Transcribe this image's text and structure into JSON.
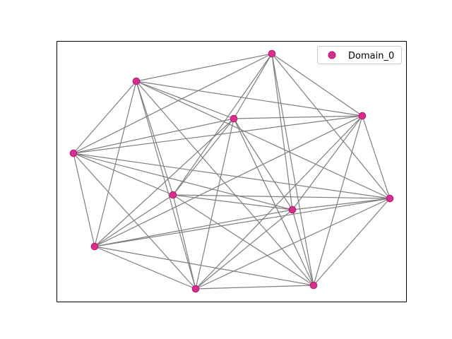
{
  "legend": {
    "label": "Domain_0",
    "marker_color": "#d62f8f",
    "marker_edge": "#b8176f"
  },
  "graph": {
    "edge_color": "#7f7f7f",
    "node_color": "#d62f8f",
    "node_edge_color": "#b8176f",
    "nodes": [
      {
        "id": "n0",
        "label": ""
      },
      {
        "id": "n1",
        "label": ""
      },
      {
        "id": "n2",
        "label": ""
      },
      {
        "id": "n3",
        "label": ""
      },
      {
        "id": "n4",
        "label": ""
      },
      {
        "id": "n5",
        "label": ""
      },
      {
        "id": "n6",
        "label": ""
      },
      {
        "id": "n7",
        "label": ""
      },
      {
        "id": "n8",
        "label": ""
      },
      {
        "id": "n9",
        "label": ""
      },
      {
        "id": "n10",
        "label": ""
      }
    ],
    "edges": [
      [
        "n0",
        "n1"
      ],
      [
        "n0",
        "n2"
      ],
      [
        "n0",
        "n3"
      ],
      [
        "n0",
        "n4"
      ],
      [
        "n0",
        "n5"
      ],
      [
        "n0",
        "n6"
      ],
      [
        "n0",
        "n7"
      ],
      [
        "n0",
        "n9"
      ],
      [
        "n1",
        "n2"
      ],
      [
        "n1",
        "n3"
      ],
      [
        "n1",
        "n4"
      ],
      [
        "n1",
        "n5"
      ],
      [
        "n1",
        "n6"
      ],
      [
        "n1",
        "n8"
      ],
      [
        "n1",
        "n9"
      ],
      [
        "n1",
        "n10"
      ],
      [
        "n2",
        "n3"
      ],
      [
        "n2",
        "n4"
      ],
      [
        "n2",
        "n6"
      ],
      [
        "n2",
        "n7"
      ],
      [
        "n2",
        "n8"
      ],
      [
        "n2",
        "n9"
      ],
      [
        "n2",
        "n10"
      ],
      [
        "n3",
        "n4"
      ],
      [
        "n3",
        "n5"
      ],
      [
        "n3",
        "n7"
      ],
      [
        "n3",
        "n8"
      ],
      [
        "n3",
        "n9"
      ],
      [
        "n3",
        "n10"
      ],
      [
        "n4",
        "n5"
      ],
      [
        "n4",
        "n6"
      ],
      [
        "n4",
        "n7"
      ],
      [
        "n4",
        "n8"
      ],
      [
        "n4",
        "n10"
      ],
      [
        "n5",
        "n6"
      ],
      [
        "n5",
        "n7"
      ],
      [
        "n5",
        "n8"
      ],
      [
        "n5",
        "n9"
      ],
      [
        "n5",
        "n10"
      ],
      [
        "n6",
        "n7"
      ],
      [
        "n6",
        "n8"
      ],
      [
        "n6",
        "n9"
      ],
      [
        "n6",
        "n10"
      ],
      [
        "n7",
        "n8"
      ],
      [
        "n7",
        "n9"
      ],
      [
        "n7",
        "n10"
      ],
      [
        "n8",
        "n9"
      ],
      [
        "n8",
        "n10"
      ],
      [
        "n9",
        "n10"
      ]
    ]
  }
}
